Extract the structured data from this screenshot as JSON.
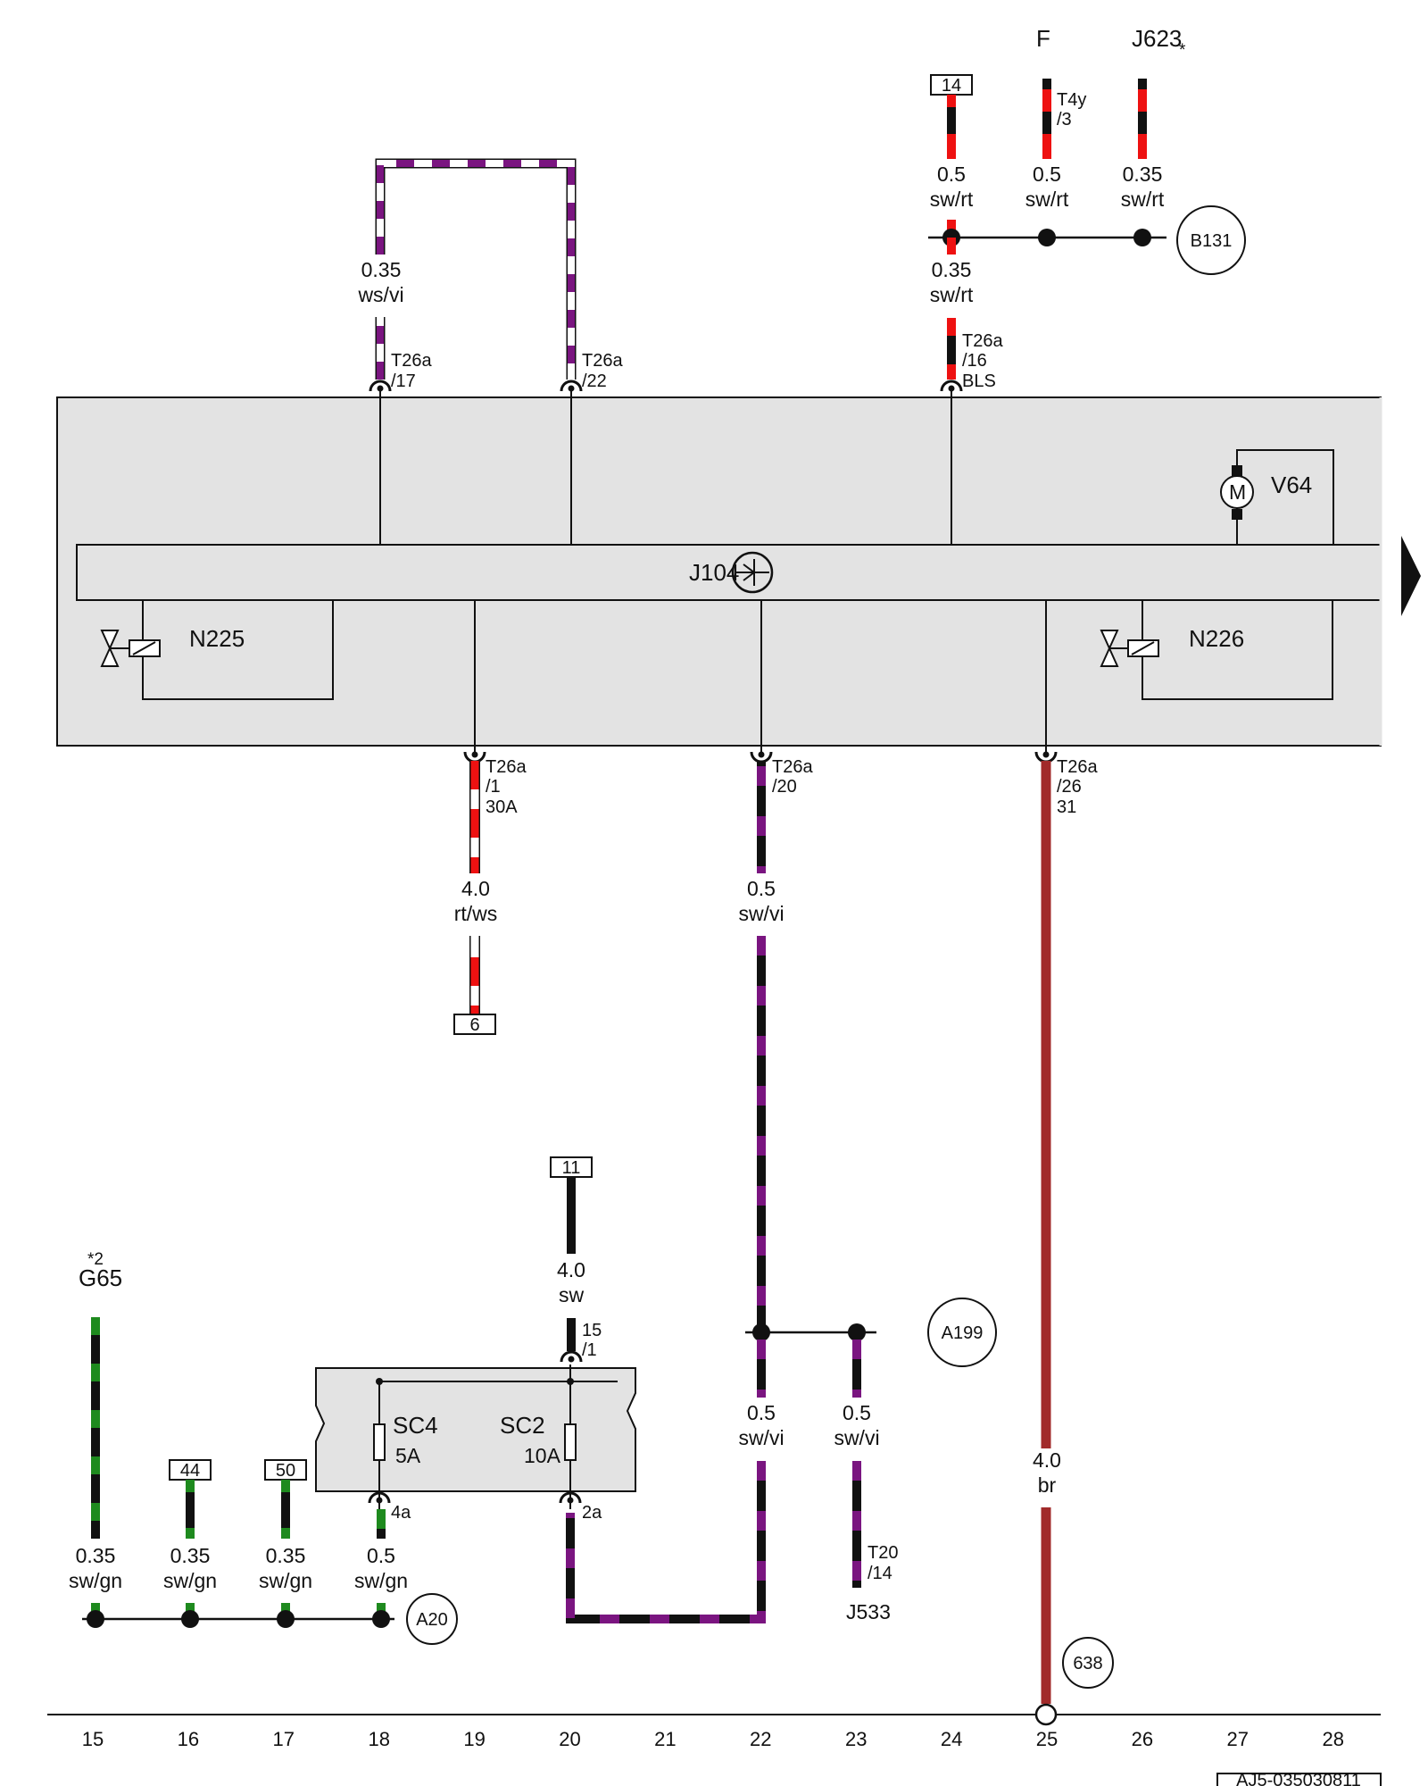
{
  "colors": {
    "black": "#111111",
    "red": "#ee1111",
    "white": "#ffffff",
    "violet": "#7a1580",
    "green": "#1e8a1e",
    "brown": "#a12a2a",
    "box_fill": "#e3e3e3"
  },
  "components": {
    "j104": "J104",
    "v64": "V64",
    "n225": "N225",
    "n226": "N226",
    "f": "F",
    "j623": "J623",
    "j623_note": "*",
    "g65": "G65",
    "g65_note": "*2",
    "j533": "J533",
    "sc4": "SC4",
    "sc4_rating": "5A",
    "sc2": "SC2",
    "sc2_rating": "10A",
    "motor_symbol": "M"
  },
  "wires": {
    "ws_vi": {
      "size": "0.35",
      "color": "ws/vi"
    },
    "b131_in_14": {
      "size": "0.5",
      "color": "sw/rt"
    },
    "b131_in_f": {
      "size": "0.5",
      "color": "sw/rt"
    },
    "b131_in_j623": {
      "size": "0.35",
      "color": "sw/rt"
    },
    "b131_out": {
      "size": "0.35",
      "color": "sw/rt"
    },
    "pin1": {
      "size": "4.0",
      "color": "rt/ws"
    },
    "pin20": {
      "size": "0.5",
      "color": "sw/vi"
    },
    "pin26": {
      "size": "4.0",
      "color": "br"
    },
    "sw11": {
      "size": "4.0",
      "color": "sw"
    },
    "a199_left": {
      "size": "0.5",
      "color": "sw/vi"
    },
    "a199_right": {
      "size": "0.5",
      "color": "sw/vi"
    },
    "gn15": {
      "size": "0.35",
      "color": "sw/gn"
    },
    "gn16": {
      "size": "0.35",
      "color": "sw/gn"
    },
    "gn17": {
      "size": "0.35",
      "color": "sw/gn"
    },
    "gn18": {
      "size": "0.5",
      "color": "sw/gn"
    }
  },
  "connectors": {
    "t26a_17": {
      "name": "T26a",
      "pin": "/17"
    },
    "t26a_22": {
      "name": "T26a",
      "pin": "/22"
    },
    "t26a_16": {
      "name": "T26a",
      "pin": "/16",
      "signal": "BLS"
    },
    "t26a_1": {
      "name": "T26a",
      "pin": "/1",
      "signal": "30A"
    },
    "t26a_20": {
      "name": "T26a",
      "pin": "/20"
    },
    "t26a_26": {
      "name": "T26a",
      "pin": "/26",
      "signal": "31"
    },
    "t4y_3": {
      "name": "T4y",
      "pin": "/3"
    },
    "c15_1": {
      "name": "15",
      "pin": "/1"
    },
    "c4a": "4a",
    "c2a": "2a",
    "t20_14": {
      "name": "T20",
      "pin": "/14"
    }
  },
  "refs": {
    "r14": "14",
    "r6": "6",
    "r11": "11",
    "r44": "44",
    "r50": "50"
  },
  "nodes": {
    "b131": "B131",
    "a199": "A199",
    "a20": "A20",
    "n638": "638"
  },
  "columns": [
    "15",
    "16",
    "17",
    "18",
    "19",
    "20",
    "21",
    "22",
    "23",
    "24",
    "25",
    "26",
    "27",
    "28"
  ],
  "doc_id": "AJ5-035030811"
}
